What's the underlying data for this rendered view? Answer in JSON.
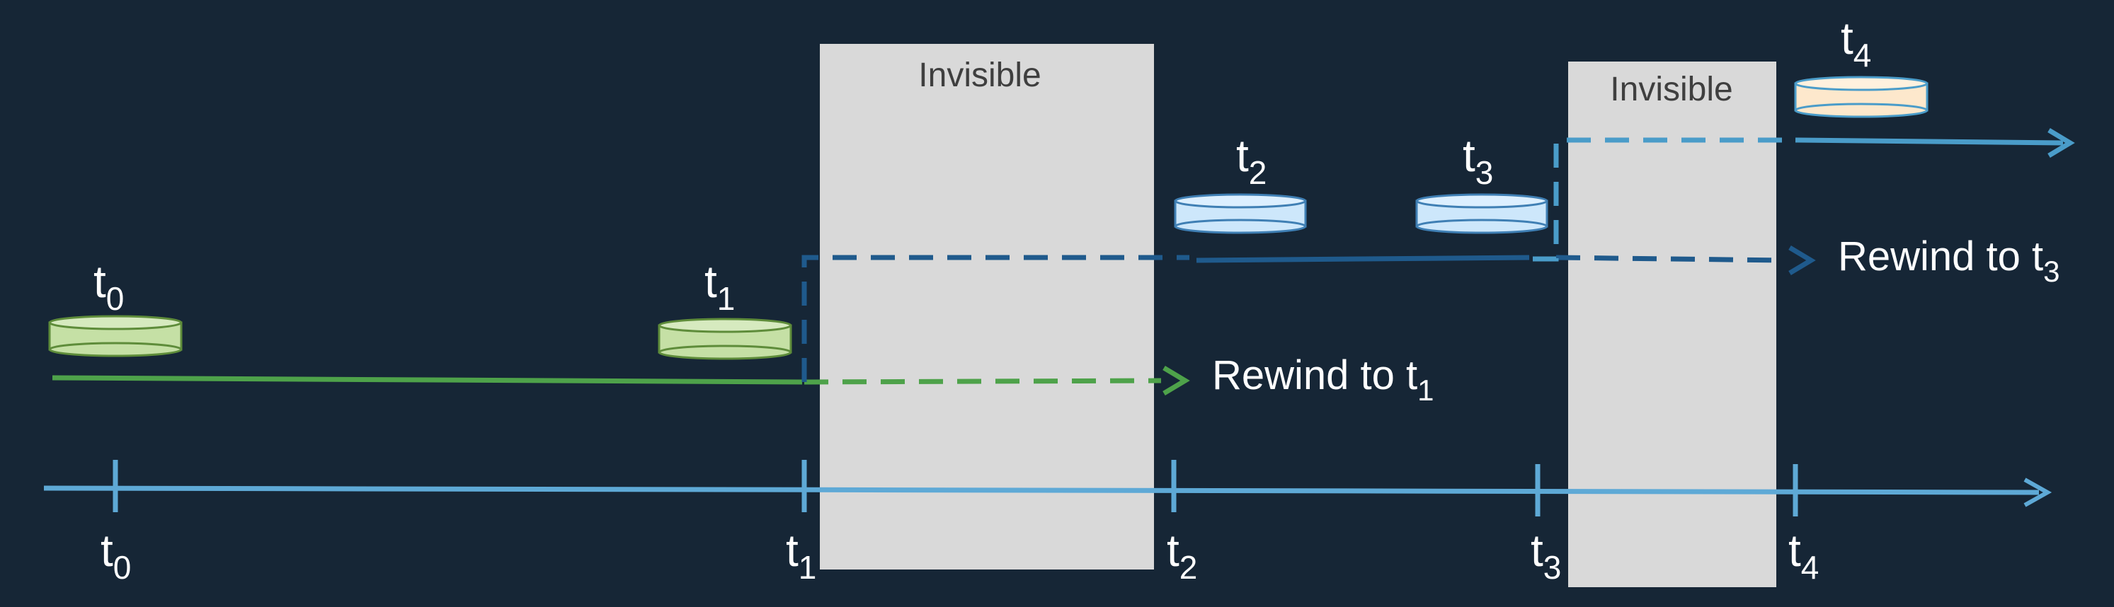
{
  "boxes": [
    {
      "label": "Invisible"
    },
    {
      "label": "Invisible"
    }
  ],
  "snapshots": [
    {
      "t": "t",
      "sub": "0",
      "color": "#c5e0a5",
      "stroke": "#5e8c3a"
    },
    {
      "t": "t",
      "sub": "1",
      "color": "#c5e0a5",
      "stroke": "#5e8c3a"
    },
    {
      "t": "t",
      "sub": "2",
      "color": "#cde7fb",
      "stroke": "#3f7fb4"
    },
    {
      "t": "t",
      "sub": "3",
      "color": "#cde7fb",
      "stroke": "#3f7fb4"
    },
    {
      "t": "t",
      "sub": "4",
      "color": "#fde8cc",
      "stroke": "#4a9cc9"
    }
  ],
  "ticks": [
    {
      "t": "t",
      "sub": "0"
    },
    {
      "t": "t",
      "sub": "1"
    },
    {
      "t": "t",
      "sub": "2"
    },
    {
      "t": "t",
      "sub": "3"
    },
    {
      "t": "t",
      "sub": "4"
    }
  ],
  "rewinds": [
    {
      "text": "Rewind to t",
      "sub": "1",
      "color": "#4ea24a"
    },
    {
      "text": "Rewind to t",
      "sub": "3",
      "color": "#1f5a8c"
    }
  ],
  "colors": {
    "background": "#162636",
    "timeline": "#5ea9d6",
    "green": "#4ea24a",
    "dark_blue": "#1f5a8c",
    "light_blue": "#4a9cc9",
    "box": "#d9d9d9"
  }
}
